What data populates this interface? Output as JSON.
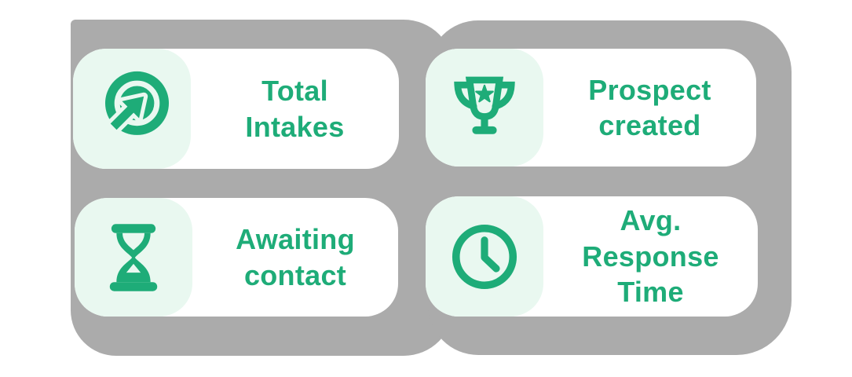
{
  "colors": {
    "accent_green": "#1EAC78",
    "icon_bg_mint": "#E9F8F0",
    "shadow_gray": "#ABABAB",
    "card_white": "#FFFFFF"
  },
  "cards": [
    {
      "id": "total-intakes",
      "icon": "click-target-icon",
      "label": "Total\nIntakes"
    },
    {
      "id": "prospect-created",
      "icon": "trophy-icon",
      "label": "Prospect\ncreated"
    },
    {
      "id": "awaiting-contact",
      "icon": "hourglass-icon",
      "label": "Awaiting\ncontact"
    },
    {
      "id": "avg-response-time",
      "icon": "clock-icon",
      "label": "Avg.\nResponse\nTime"
    }
  ]
}
